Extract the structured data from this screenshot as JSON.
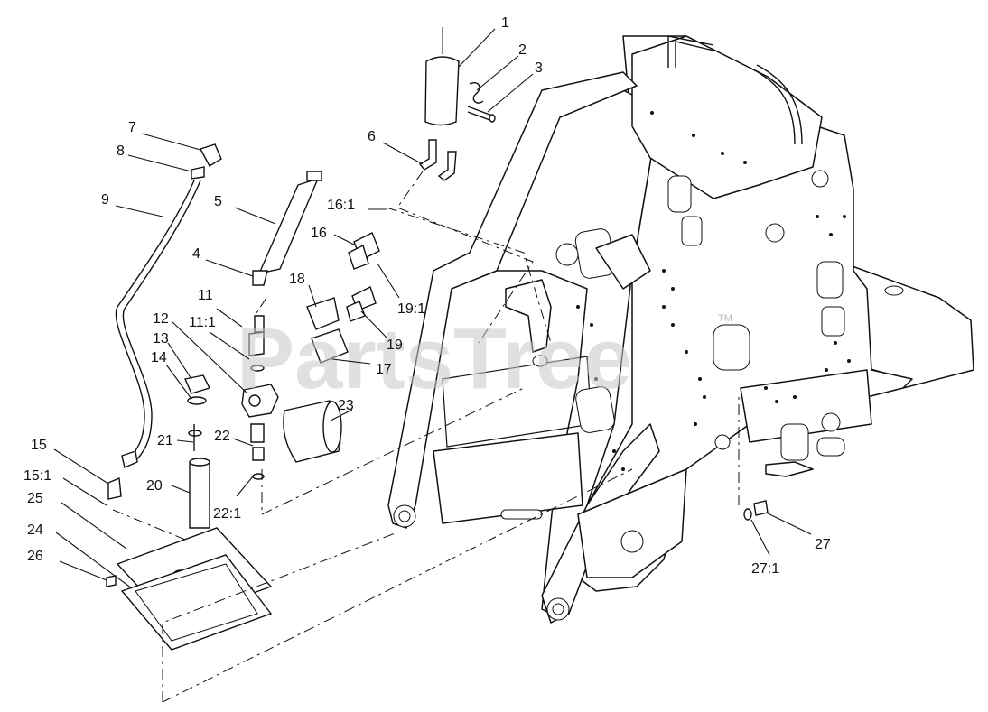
{
  "watermark": {
    "text": "PartsTree",
    "trademark": "TM"
  },
  "callouts": [
    {
      "id": "c1",
      "label": "1"
    },
    {
      "id": "c2",
      "label": "2"
    },
    {
      "id": "c3",
      "label": "3"
    },
    {
      "id": "c4",
      "label": "4"
    },
    {
      "id": "c5",
      "label": "5"
    },
    {
      "id": "c6",
      "label": "6"
    },
    {
      "id": "c7",
      "label": "7"
    },
    {
      "id": "c8",
      "label": "8"
    },
    {
      "id": "c9",
      "label": "9"
    },
    {
      "id": "c11",
      "label": "11"
    },
    {
      "id": "c11_1",
      "label": "11:1"
    },
    {
      "id": "c12",
      "label": "12"
    },
    {
      "id": "c13",
      "label": "13"
    },
    {
      "id": "c14",
      "label": "14"
    },
    {
      "id": "c15",
      "label": "15"
    },
    {
      "id": "c15_1",
      "label": "15:1"
    },
    {
      "id": "c16",
      "label": "16"
    },
    {
      "id": "c16_1",
      "label": "16:1"
    },
    {
      "id": "c17",
      "label": "17"
    },
    {
      "id": "c18",
      "label": "18"
    },
    {
      "id": "c19",
      "label": "19"
    },
    {
      "id": "c19_1",
      "label": "19:1"
    },
    {
      "id": "c20",
      "label": "20"
    },
    {
      "id": "c21",
      "label": "21"
    },
    {
      "id": "c22",
      "label": "22"
    },
    {
      "id": "c22_1",
      "label": "22:1"
    },
    {
      "id": "c23",
      "label": "23"
    },
    {
      "id": "c24",
      "label": "24"
    },
    {
      "id": "c25",
      "label": "25"
    },
    {
      "id": "c26",
      "label": "26"
    },
    {
      "id": "c27",
      "label": "27"
    },
    {
      "id": "c27_1",
      "label": "27:1"
    }
  ]
}
